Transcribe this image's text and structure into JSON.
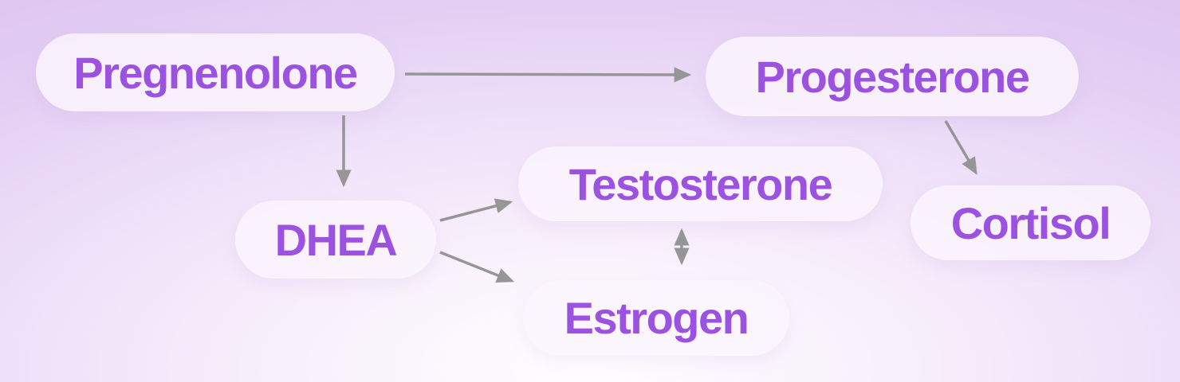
{
  "diagram": {
    "nodes": [
      {
        "id": "pregnenolone",
        "label": "Pregnenolone"
      },
      {
        "id": "progesterone",
        "label": "Progesterone"
      },
      {
        "id": "dhea",
        "label": "DHEA"
      },
      {
        "id": "testosterone",
        "label": "Testosterone"
      },
      {
        "id": "estrogen",
        "label": "Estrogen"
      },
      {
        "id": "cortisol",
        "label": "Cortisol"
      }
    ],
    "edges": [
      {
        "from": "Pregnenolone",
        "to": "Progesterone",
        "direction": "one-way"
      },
      {
        "from": "Pregnenolone",
        "to": "DHEA",
        "direction": "one-way"
      },
      {
        "from": "Progesterone",
        "to": "Cortisol",
        "direction": "one-way"
      },
      {
        "from": "DHEA",
        "to": "Testosterone",
        "direction": "one-way"
      },
      {
        "from": "DHEA",
        "to": "Estrogen",
        "direction": "one-way"
      },
      {
        "from": "Testosterone",
        "to": "Estrogen",
        "direction": "two-way"
      }
    ],
    "colors": {
      "label_text": "#9c52e0",
      "arrow": "#969696",
      "pill_background": "#f8f3fc",
      "background_center": "#fffeff",
      "background_edge": "#d8bcee"
    }
  }
}
